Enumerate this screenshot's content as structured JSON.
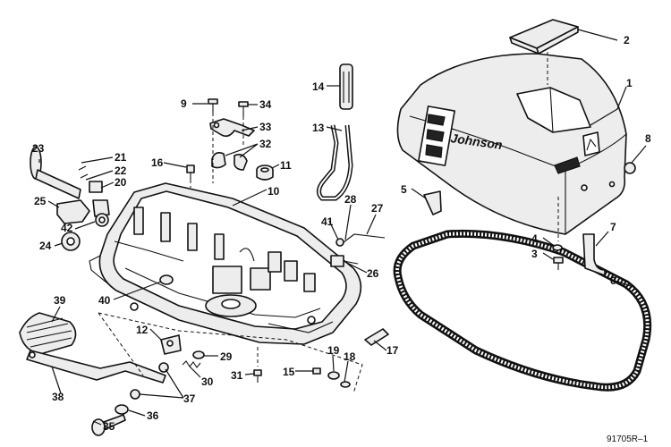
{
  "brand": "Johnson",
  "catalog_number": "91705R–1",
  "callouts": [
    "1",
    "2",
    "3",
    "4",
    "5",
    "6",
    "7",
    "8",
    "9",
    "10",
    "11",
    "12",
    "13",
    "14",
    "15",
    "16",
    "17",
    "18",
    "19",
    "20",
    "21",
    "22",
    "23",
    "24",
    "25",
    "26",
    "27",
    "28",
    "29",
    "30",
    "31",
    "32",
    "33",
    "34",
    "35",
    "36",
    "37",
    "38",
    "39",
    "40",
    "41",
    "42"
  ]
}
